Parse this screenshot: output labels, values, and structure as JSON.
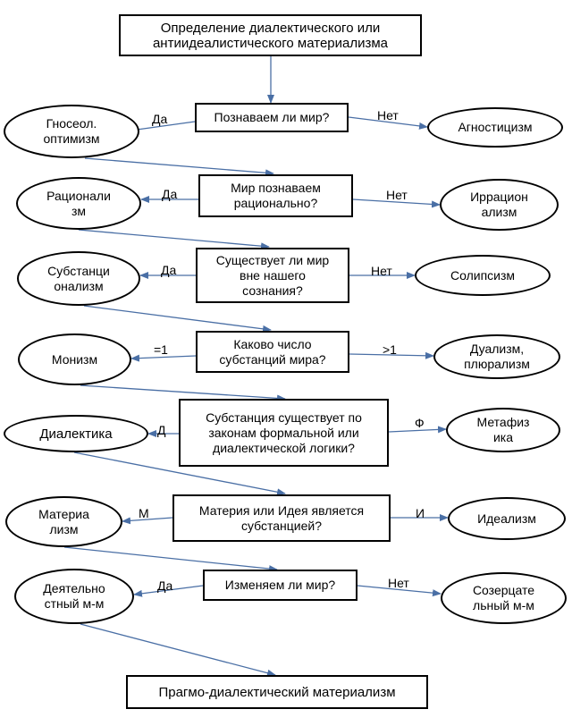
{
  "title": "Определение диалектического или\nантиидеалистического материализма",
  "footer": "Прагмо-диалектический материализм",
  "questions": [
    {
      "text": "Познаваем ли мир?",
      "left": "Гносеол.\nоптимизм",
      "right": "Агностицизм",
      "left_edge": "Да",
      "right_edge": "Нет"
    },
    {
      "text": "Мир познаваем\nрационально?",
      "left": "Рационали\nзм",
      "right": "Иррацион\nализм",
      "left_edge": "Да",
      "right_edge": "Нет"
    },
    {
      "text": "Существует ли мир\nвне нашего\nсознания?",
      "left": "Субстанци\nонализм",
      "right": "Солипсизм",
      "left_edge": "Да",
      "right_edge": "Нет"
    },
    {
      "text": "Каково число\nсубстанций мира?",
      "left": "Монизм",
      "right": "Дуализм,\nплюрализм",
      "left_edge": "=1",
      "right_edge": ">1"
    },
    {
      "text": "Субстанция существует по\nзаконам формальной или\nдиалектической логики?",
      "left": "Диалектика",
      "right": "Метафиз\nика",
      "left_edge": "Д",
      "right_edge": "Ф"
    },
    {
      "text": "Материя или Идея является\nсубстанцией?",
      "left": "Материа\nлизм",
      "right": "Идеализм",
      "left_edge": "М",
      "right_edge": "И"
    },
    {
      "text": "Изменяем ли мир?",
      "left": "Деятельно\nстный м-м",
      "right": "Созерцате\nльный м-м",
      "left_edge": "Да",
      "right_edge": "Нет"
    }
  ]
}
